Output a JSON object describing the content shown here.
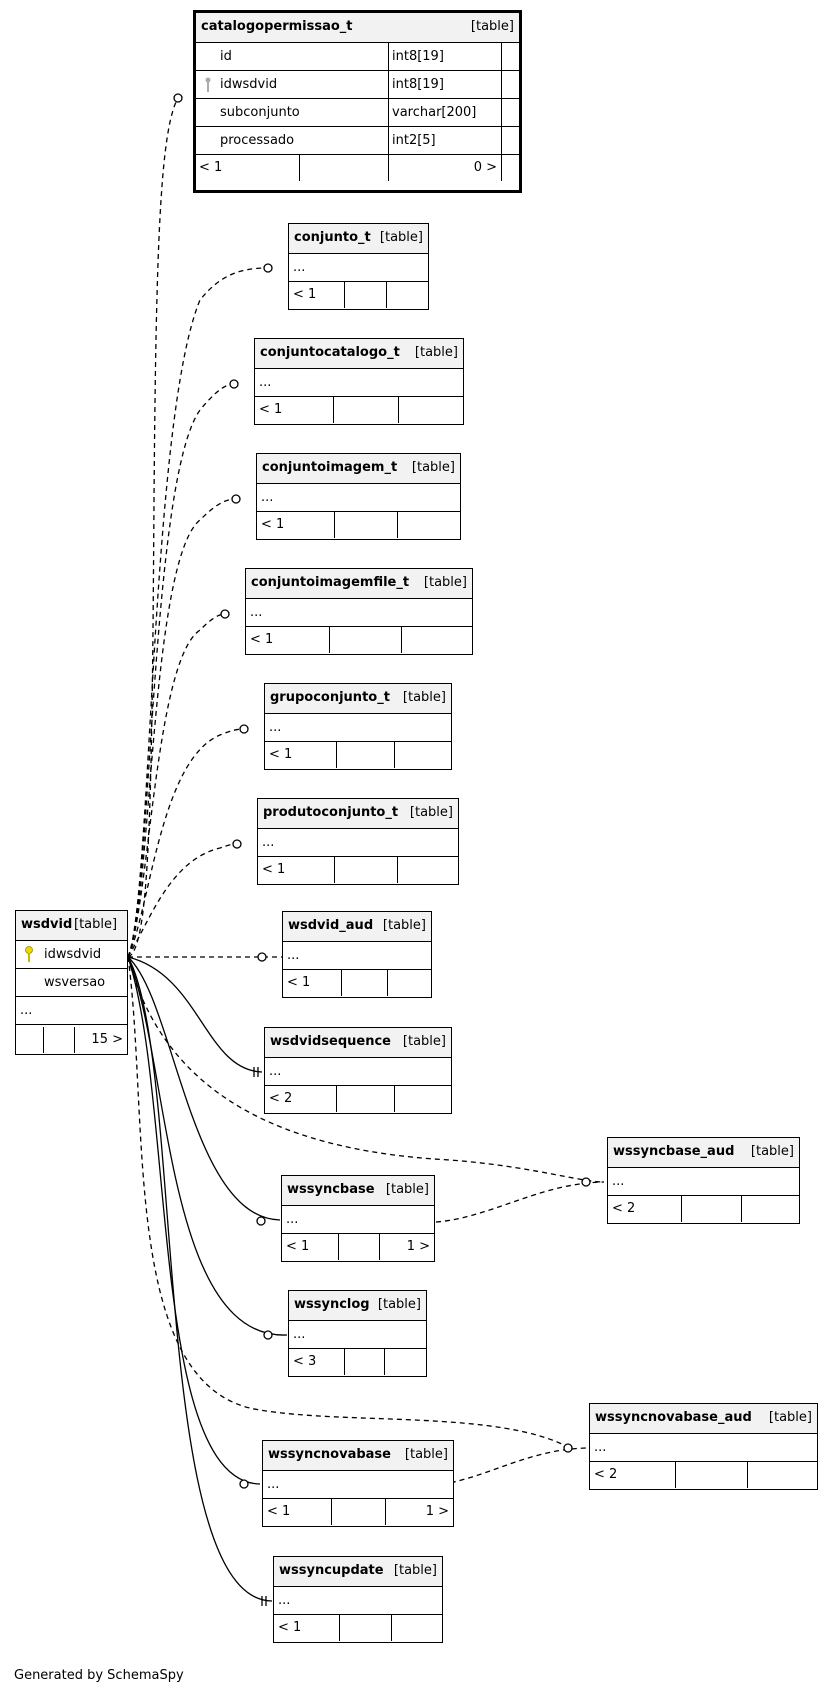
{
  "footer_text": "Generated by SchemaSpy",
  "tables": {
    "catalogopermissao_t": {
      "name": "catalogopermissao_t",
      "type": "[table]",
      "columns": [
        {
          "name": "id",
          "dtype": "int8[19]"
        },
        {
          "name": "idwsdvid",
          "dtype": "int8[19]"
        },
        {
          "name": "subconjunto",
          "dtype": "varchar[200]"
        },
        {
          "name": "processado",
          "dtype": "int2[5]"
        }
      ],
      "parents": "< 1",
      "children": "0 >"
    },
    "conjunto_t": {
      "name": "conjunto_t",
      "type": "[table]",
      "ellipsis": "...",
      "parents": "< 1"
    },
    "conjuntocatalogo_t": {
      "name": "conjuntocatalogo_t",
      "type": "[table]",
      "ellipsis": "...",
      "parents": "< 1"
    },
    "conjuntoimagem_t": {
      "name": "conjuntoimagem_t",
      "type": "[table]",
      "ellipsis": "...",
      "parents": "< 1"
    },
    "conjuntoimagemfile_t": {
      "name": "conjuntoimagemfile_t",
      "type": "[table]",
      "ellipsis": "...",
      "parents": "< 1"
    },
    "grupoconjunto_t": {
      "name": "grupoconjunto_t",
      "type": "[table]",
      "ellipsis": "...",
      "parents": "< 1"
    },
    "produtoconjunto_t": {
      "name": "produtoconjunto_t",
      "type": "[table]",
      "ellipsis": "...",
      "parents": "< 1"
    },
    "wsdvid": {
      "name": "wsdvid",
      "type": "[table]",
      "columns": [
        {
          "name": "idwsdvid"
        },
        {
          "name": "wsversao"
        }
      ],
      "ellipsis": "...",
      "children": "15 >"
    },
    "wsdvid_aud": {
      "name": "wsdvid_aud",
      "type": "[table]",
      "ellipsis": "...",
      "parents": "< 1"
    },
    "wsdvidsequence": {
      "name": "wsdvidsequence",
      "type": "[table]",
      "ellipsis": "...",
      "parents": "< 2"
    },
    "wssyncbase_aud": {
      "name": "wssyncbase_aud",
      "type": "[table]",
      "ellipsis": "...",
      "parents": "< 2"
    },
    "wssyncbase": {
      "name": "wssyncbase",
      "type": "[table]",
      "ellipsis": "...",
      "parents": "< 1",
      "children": "1 >"
    },
    "wssynclog": {
      "name": "wssynclog",
      "type": "[table]",
      "ellipsis": "...",
      "parents": "< 3"
    },
    "wssyncnovabase_aud": {
      "name": "wssyncnovabase_aud",
      "type": "[table]",
      "ellipsis": "...",
      "parents": "< 2"
    },
    "wssyncnovabase": {
      "name": "wssyncnovabase",
      "type": "[table]",
      "ellipsis": "...",
      "parents": "< 1",
      "children": "1 >"
    },
    "wssyncupdate": {
      "name": "wssyncupdate",
      "type": "[table]",
      "ellipsis": "...",
      "parents": "< 1"
    }
  }
}
